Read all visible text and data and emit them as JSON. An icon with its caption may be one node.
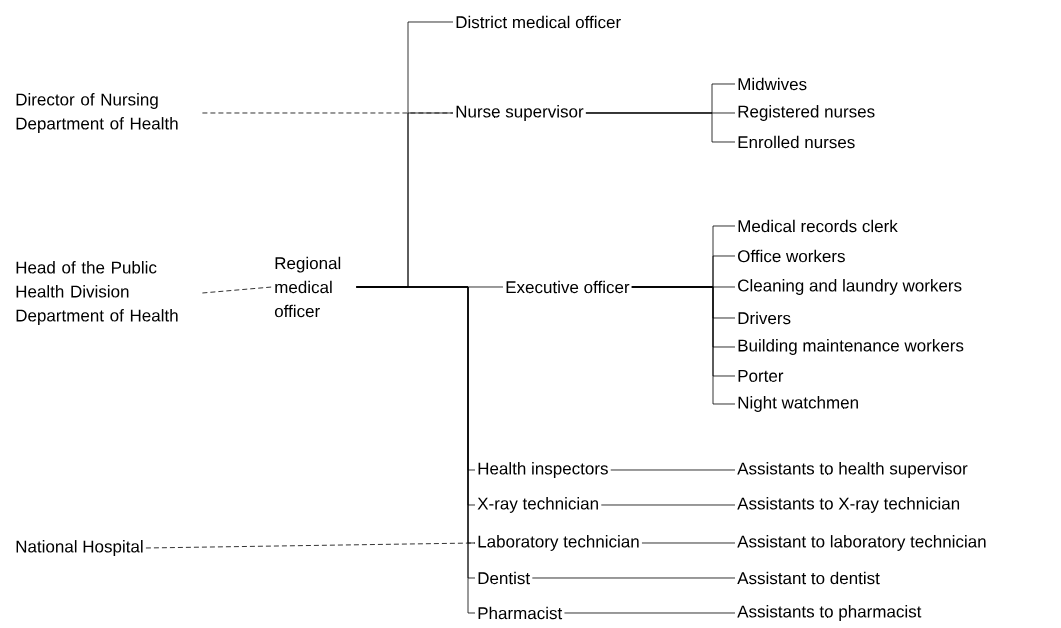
{
  "diagram": {
    "nodes": [
      {
        "text": [
          "Director of Nursing Department of Health"
        ]
      },
      {
        "text": [
          "Head of the Public Health Division Department of Health"
        ]
      },
      {
        "text": [
          "National Hospital"
        ]
      },
      {
        "text": [
          "Regional medical officer"
        ]
      },
      {
        "text": [
          "District medical officer"
        ]
      },
      {
        "text": [
          "Nurse supervisor"
        ]
      },
      {
        "text": [
          "Midwives"
        ]
      },
      {
        "text": [
          "Registered nurses"
        ]
      },
      {
        "text": [
          "Enrolled nurses"
        ]
      },
      {
        "text": [
          "Executive officer"
        ]
      },
      {
        "text": [
          "Medical records clerk"
        ]
      },
      {
        "text": [
          "Office workers"
        ]
      },
      {
        "text": [
          "Cleaning and laundry workers"
        ]
      },
      {
        "text": [
          "Drivers"
        ]
      },
      {
        "text": [
          "Building maintenance workers"
        ]
      },
      {
        "text": [
          "Porter"
        ]
      },
      {
        "text": [
          "Night watchmen"
        ]
      },
      {
        "text": [
          "Health inspectors"
        ]
      },
      {
        "text": [
          "X-ray technician"
        ]
      },
      {
        "text": [
          "Laboratory technician"
        ]
      },
      {
        "text": [
          "Dentist"
        ]
      },
      {
        "text": [
          "Pharmacist"
        ]
      },
      {
        "text": [
          "Assistants to health supervisor"
        ]
      },
      {
        "text": [
          "Assistants to X-ray technician"
        ]
      },
      {
        "text": [
          "Assistant to laboratory technician"
        ]
      },
      {
        "text": [
          "Assistant to dentist"
        ]
      },
      {
        "text": [
          "Assistants to pharmacist"
        ]
      }
    ],
    "edges": [
      {
        "from": 0,
        "to": 5,
        "arrow": "none",
        "style": "dashed"
      },
      {
        "from": 1,
        "to": 3,
        "arrow": "none",
        "style": "dashed"
      },
      {
        "from": 2,
        "to": 19,
        "arrow": "none",
        "style": "dashed"
      },
      {
        "from": 3,
        "to": 4,
        "arrow": "none"
      },
      {
        "from": 3,
        "to": 5,
        "arrow": "none"
      },
      {
        "from": 3,
        "to": 9,
        "arrow": "none"
      },
      {
        "from": 3,
        "to": 17,
        "arrow": "none"
      },
      {
        "from": 3,
        "to": 18,
        "arrow": "none"
      },
      {
        "from": 3,
        "to": 19,
        "arrow": "none"
      },
      {
        "from": 3,
        "to": 20,
        "arrow": "none"
      },
      {
        "from": 3,
        "to": 21,
        "arrow": "none"
      },
      {
        "from": 5,
        "to": 6,
        "arrow": "none"
      },
      {
        "from": 5,
        "to": 7,
        "arrow": "none"
      },
      {
        "from": 5,
        "to": 8,
        "arrow": "none"
      },
      {
        "from": 9,
        "to": 10,
        "arrow": "none"
      },
      {
        "from": 9,
        "to": 11,
        "arrow": "none"
      },
      {
        "from": 9,
        "to": 12,
        "arrow": "none"
      },
      {
        "from": 9,
        "to": 13,
        "arrow": "none"
      },
      {
        "from": 9,
        "to": 14,
        "arrow": "none"
      },
      {
        "from": 9,
        "to": 15,
        "arrow": "none"
      },
      {
        "from": 9,
        "to": 16,
        "arrow": "none"
      },
      {
        "from": 17,
        "to": 22,
        "arrow": "none"
      },
      {
        "from": 18,
        "to": 23,
        "arrow": "none"
      },
      {
        "from": 19,
        "to": 24,
        "arrow": "none"
      },
      {
        "from": 20,
        "to": 25,
        "arrow": "none"
      },
      {
        "from": 21,
        "to": 26,
        "arrow": "none"
      }
    ]
  }
}
